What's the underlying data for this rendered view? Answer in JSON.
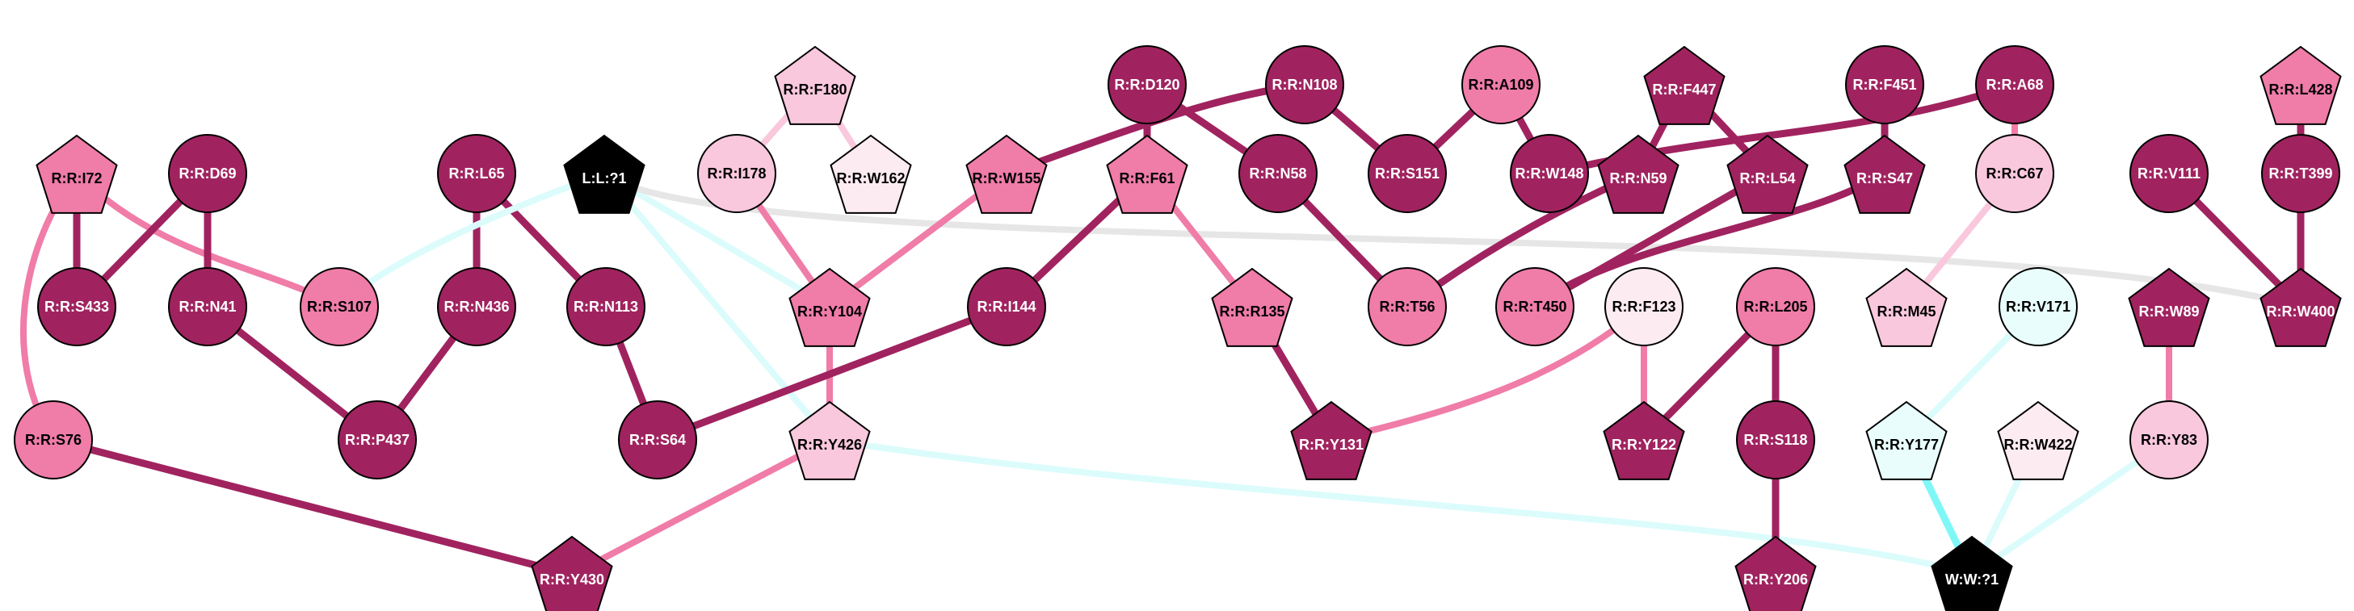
{
  "palette": {
    "dark": "#a0235f",
    "mid": "#f07ca8",
    "light": "#f9c8dc",
    "pale": "#fdebf2",
    "cyan_pale": "#e9fdfd",
    "black": "#000000",
    "edge_cyan_pale": "#dcfcfc",
    "edge_cyan": "#7ff7f7",
    "edge_grey": "#e6e6e6"
  },
  "nodes": [
    {
      "id": "I72",
      "label": "R:R:I72",
      "shape": "pentagon",
      "fill": "mid"
    },
    {
      "id": "D69",
      "label": "R:R:D69",
      "shape": "circle",
      "fill": "dark"
    },
    {
      "id": "S433",
      "label": "R:R:S433",
      "shape": "circle",
      "fill": "dark"
    },
    {
      "id": "N41",
      "label": "R:R:N41",
      "shape": "circle",
      "fill": "dark"
    },
    {
      "id": "S107",
      "label": "R:R:S107",
      "shape": "circle",
      "fill": "mid"
    },
    {
      "id": "L65",
      "label": "R:R:L65",
      "shape": "circle",
      "fill": "dark"
    },
    {
      "id": "N436",
      "label": "R:R:N436",
      "shape": "circle",
      "fill": "dark"
    },
    {
      "id": "N113",
      "label": "R:R:N113",
      "shape": "circle",
      "fill": "dark"
    },
    {
      "id": "L1",
      "label": "L:L:?1",
      "shape": "pentagon",
      "fill": "black"
    },
    {
      "id": "S76",
      "label": "R:R:S76",
      "shape": "circle",
      "fill": "mid"
    },
    {
      "id": "P437",
      "label": "R:R:P437",
      "shape": "circle",
      "fill": "dark"
    },
    {
      "id": "S64",
      "label": "R:R:S64",
      "shape": "circle",
      "fill": "dark"
    },
    {
      "id": "F180",
      "label": "R:R:F180",
      "shape": "pentagon",
      "fill": "light"
    },
    {
      "id": "I178",
      "label": "R:R:I178",
      "shape": "circle",
      "fill": "light"
    },
    {
      "id": "W162",
      "label": "R:R:W162",
      "shape": "pentagon",
      "fill": "pale"
    },
    {
      "id": "Y104",
      "label": "R:R:Y104",
      "shape": "pentagon",
      "fill": "mid"
    },
    {
      "id": "Y426",
      "label": "R:R:Y426",
      "shape": "pentagon",
      "fill": "light"
    },
    {
      "id": "Y430",
      "label": "R:R:Y430",
      "shape": "pentagon",
      "fill": "dark"
    },
    {
      "id": "W155",
      "label": "R:R:W155",
      "shape": "pentagon",
      "fill": "mid"
    },
    {
      "id": "D120",
      "label": "R:R:D120",
      "shape": "circle",
      "fill": "dark"
    },
    {
      "id": "F61",
      "label": "R:R:F61",
      "shape": "pentagon",
      "fill": "mid"
    },
    {
      "id": "I144",
      "label": "R:R:I144",
      "shape": "circle",
      "fill": "dark"
    },
    {
      "id": "R135",
      "label": "R:R:R135",
      "shape": "pentagon",
      "fill": "mid"
    },
    {
      "id": "N108",
      "label": "R:R:N108",
      "shape": "circle",
      "fill": "dark"
    },
    {
      "id": "N58",
      "label": "R:R:N58",
      "shape": "circle",
      "fill": "dark"
    },
    {
      "id": "T56",
      "label": "R:R:T56",
      "shape": "circle",
      "fill": "mid"
    },
    {
      "id": "Y131",
      "label": "R:R:Y131",
      "shape": "pentagon",
      "fill": "dark"
    },
    {
      "id": "A109",
      "label": "R:R:A109",
      "shape": "circle",
      "fill": "mid"
    },
    {
      "id": "S151",
      "label": "R:R:S151",
      "shape": "circle",
      "fill": "dark"
    },
    {
      "id": "W148",
      "label": "R:R:W148",
      "shape": "circle",
      "fill": "dark"
    },
    {
      "id": "F447",
      "label": "R:R:F447",
      "shape": "pentagon",
      "fill": "dark"
    },
    {
      "id": "N59",
      "label": "R:R:N59",
      "shape": "pentagon",
      "fill": "dark"
    },
    {
      "id": "L54",
      "label": "R:R:L54",
      "shape": "pentagon",
      "fill": "dark"
    },
    {
      "id": "T450",
      "label": "R:R:T450",
      "shape": "circle",
      "fill": "mid"
    },
    {
      "id": "F123",
      "label": "R:R:F123",
      "shape": "circle",
      "fill": "pale"
    },
    {
      "id": "L205",
      "label": "R:R:L205",
      "shape": "circle",
      "fill": "mid"
    },
    {
      "id": "Y122",
      "label": "R:R:Y122",
      "shape": "pentagon",
      "fill": "dark"
    },
    {
      "id": "S118",
      "label": "R:R:S118",
      "shape": "circle",
      "fill": "dark"
    },
    {
      "id": "Y206",
      "label": "R:R:Y206",
      "shape": "pentagon",
      "fill": "dark"
    },
    {
      "id": "F451",
      "label": "R:R:F451",
      "shape": "circle",
      "fill": "dark"
    },
    {
      "id": "S47",
      "label": "R:R:S47",
      "shape": "pentagon",
      "fill": "dark"
    },
    {
      "id": "A68",
      "label": "R:R:A68",
      "shape": "circle",
      "fill": "dark"
    },
    {
      "id": "C67",
      "label": "R:R:C67",
      "shape": "circle",
      "fill": "light"
    },
    {
      "id": "M45",
      "label": "R:R:M45",
      "shape": "pentagon",
      "fill": "light"
    },
    {
      "id": "V171",
      "label": "R:R:V171",
      "shape": "circle",
      "fill": "cyan_pale"
    },
    {
      "id": "Y177",
      "label": "R:R:Y177",
      "shape": "pentagon",
      "fill": "cyan_pale"
    },
    {
      "id": "W422",
      "label": "R:R:W422",
      "shape": "pentagon",
      "fill": "pale"
    },
    {
      "id": "W89",
      "label": "R:R:W89",
      "shape": "pentagon",
      "fill": "dark"
    },
    {
      "id": "Y83",
      "label": "R:R:Y83",
      "shape": "circle",
      "fill": "light"
    },
    {
      "id": "W1",
      "label": "W:W:?1",
      "shape": "pentagon",
      "fill": "black"
    },
    {
      "id": "L428",
      "label": "R:R:L428",
      "shape": "pentagon",
      "fill": "mid"
    },
    {
      "id": "V111",
      "label": "R:R:V111",
      "shape": "circle",
      "fill": "dark"
    },
    {
      "id": "T399",
      "label": "R:R:T399",
      "shape": "circle",
      "fill": "dark"
    },
    {
      "id": "W400",
      "label": "R:R:W400",
      "shape": "pentagon",
      "fill": "dark"
    }
  ],
  "edges": [
    {
      "from": "I72",
      "to": "S433",
      "color": "dark"
    },
    {
      "from": "I72",
      "to": "S107",
      "color": "mid"
    },
    {
      "from": "I72",
      "to": "S76",
      "color": "mid"
    },
    {
      "from": "D69",
      "to": "S433",
      "color": "dark"
    },
    {
      "from": "D69",
      "to": "N41",
      "color": "dark"
    },
    {
      "from": "N41",
      "to": "P437",
      "color": "dark"
    },
    {
      "from": "L65",
      "to": "N436",
      "color": "dark"
    },
    {
      "from": "L65",
      "to": "N113",
      "color": "dark"
    },
    {
      "from": "N436",
      "to": "P437",
      "color": "dark"
    },
    {
      "from": "N113",
      "to": "S64",
      "color": "dark"
    },
    {
      "from": "S76",
      "to": "Y430",
      "color": "dark"
    },
    {
      "from": "L1",
      "to": "S107",
      "color": "edge_cyan_pale"
    },
    {
      "from": "L1",
      "to": "Y104",
      "color": "edge_cyan_pale"
    },
    {
      "from": "L1",
      "to": "Y426",
      "color": "edge_cyan_pale"
    },
    {
      "from": "L1",
      "to": "W400",
      "color": "edge_grey"
    },
    {
      "from": "F180",
      "to": "I178",
      "color": "light"
    },
    {
      "from": "F180",
      "to": "W162",
      "color": "light"
    },
    {
      "from": "I178",
      "to": "Y104",
      "color": "mid"
    },
    {
      "from": "W155",
      "to": "Y104",
      "color": "mid"
    },
    {
      "from": "W155",
      "to": "N108",
      "color": "dark"
    },
    {
      "from": "Y104",
      "to": "Y426",
      "color": "mid"
    },
    {
      "from": "Y426",
      "to": "Y430",
      "color": "mid"
    },
    {
      "from": "Y426",
      "to": "W1",
      "color": "edge_cyan_pale"
    },
    {
      "from": "D120",
      "to": "F61",
      "color": "dark"
    },
    {
      "from": "D120",
      "to": "N58",
      "color": "dark"
    },
    {
      "from": "F61",
      "to": "I144",
      "color": "dark"
    },
    {
      "from": "F61",
      "to": "R135",
      "color": "mid"
    },
    {
      "from": "I144",
      "to": "S64",
      "color": "dark"
    },
    {
      "from": "R135",
      "to": "Y131",
      "color": "dark"
    },
    {
      "from": "N108",
      "to": "S151",
      "color": "dark"
    },
    {
      "from": "A109",
      "to": "S151",
      "color": "dark"
    },
    {
      "from": "A109",
      "to": "W148",
      "color": "dark"
    },
    {
      "from": "N58",
      "to": "T56",
      "color": "dark"
    },
    {
      "from": "W148",
      "to": "A68",
      "color": "dark"
    },
    {
      "from": "F447",
      "to": "N59",
      "color": "dark"
    },
    {
      "from": "F447",
      "to": "L54",
      "color": "dark"
    },
    {
      "from": "N59",
      "to": "T56",
      "color": "dark"
    },
    {
      "from": "L54",
      "to": "T450",
      "color": "dark"
    },
    {
      "from": "F451",
      "to": "S47",
      "color": "dark"
    },
    {
      "from": "S47",
      "to": "T450",
      "color": "dark"
    },
    {
      "from": "F123",
      "to": "Y122",
      "color": "mid"
    },
    {
      "from": "Y131",
      "to": "F123",
      "color": "mid"
    },
    {
      "from": "L205",
      "to": "Y122",
      "color": "dark"
    },
    {
      "from": "L205",
      "to": "S118",
      "color": "dark"
    },
    {
      "from": "S118",
      "to": "Y206",
      "color": "dark"
    },
    {
      "from": "A68",
      "to": "C67",
      "color": "mid"
    },
    {
      "from": "C67",
      "to": "M45",
      "color": "light"
    },
    {
      "from": "V171",
      "to": "Y177",
      "color": "edge_cyan_pale"
    },
    {
      "from": "Y177",
      "to": "W1",
      "color": "edge_cyan"
    },
    {
      "from": "W422",
      "to": "W1",
      "color": "edge_cyan_pale"
    },
    {
      "from": "Y83",
      "to": "W1",
      "color": "edge_cyan_pale"
    },
    {
      "from": "W89",
      "to": "Y83",
      "color": "mid"
    },
    {
      "from": "L428",
      "to": "T399",
      "color": "dark"
    },
    {
      "from": "T399",
      "to": "W400",
      "color": "dark"
    },
    {
      "from": "V111",
      "to": "W400",
      "color": "dark"
    }
  ]
}
